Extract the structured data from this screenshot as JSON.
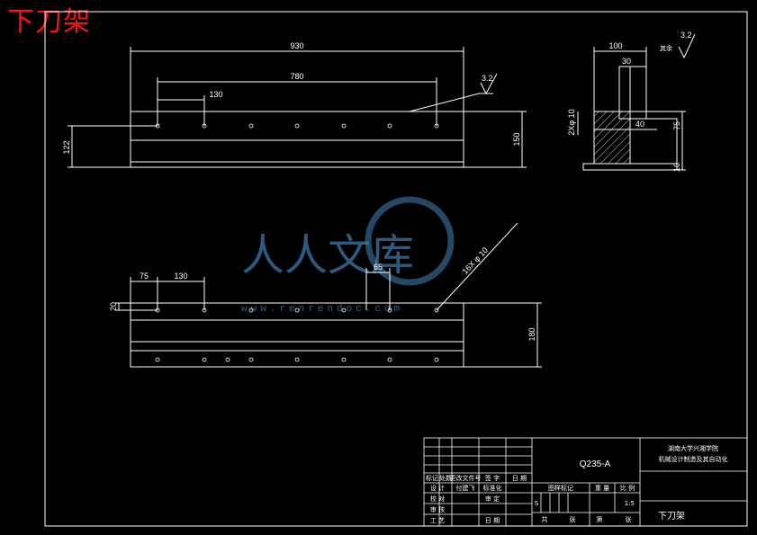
{
  "title": "下刀架",
  "top_view": {
    "dim_overall": "930",
    "dim_holes": "780",
    "dim_pitch": "130",
    "dim_height_left": "122",
    "dim_height_right": "150",
    "roughness": "3.2"
  },
  "side_view": {
    "dim_width": "100",
    "dim_inner": "30",
    "dim_step": "40",
    "dim_height": "75",
    "dim_base": "10",
    "dim_hole": "2Xφ 10",
    "roughness": "3.2",
    "roughness_note": "其余"
  },
  "bottom_view": {
    "dim_left": "75",
    "dim_pitch": "130",
    "dim_gap": "65",
    "dim_holes": "16X φ 10",
    "dim_offset": "20",
    "dim_height": "180"
  },
  "watermark": {
    "text": "人人文库",
    "url": "www.renrendoc.com"
  },
  "title_block": {
    "material": "Q235-A",
    "school_line1": "湖南大学兴湘学院",
    "school_line2": "机械设计制造及其自动化",
    "part_name": "下刀架",
    "scale": "1:5",
    "mark_s": "S",
    "header_row": [
      "标记",
      "处数",
      "更改文件号",
      "签 字",
      "日 期"
    ],
    "row_design": [
      "设 计",
      "付建飞",
      "标准化"
    ],
    "row_check": [
      "校 对",
      "",
      "审 定"
    ],
    "row_audit": [
      "审 核"
    ],
    "row_craft": [
      "工 艺",
      "",
      "日 期"
    ],
    "stage_headers": [
      "图样标记",
      "重 量",
      "比 例"
    ],
    "bottom_row": [
      "共",
      "张",
      "第",
      "张"
    ]
  }
}
